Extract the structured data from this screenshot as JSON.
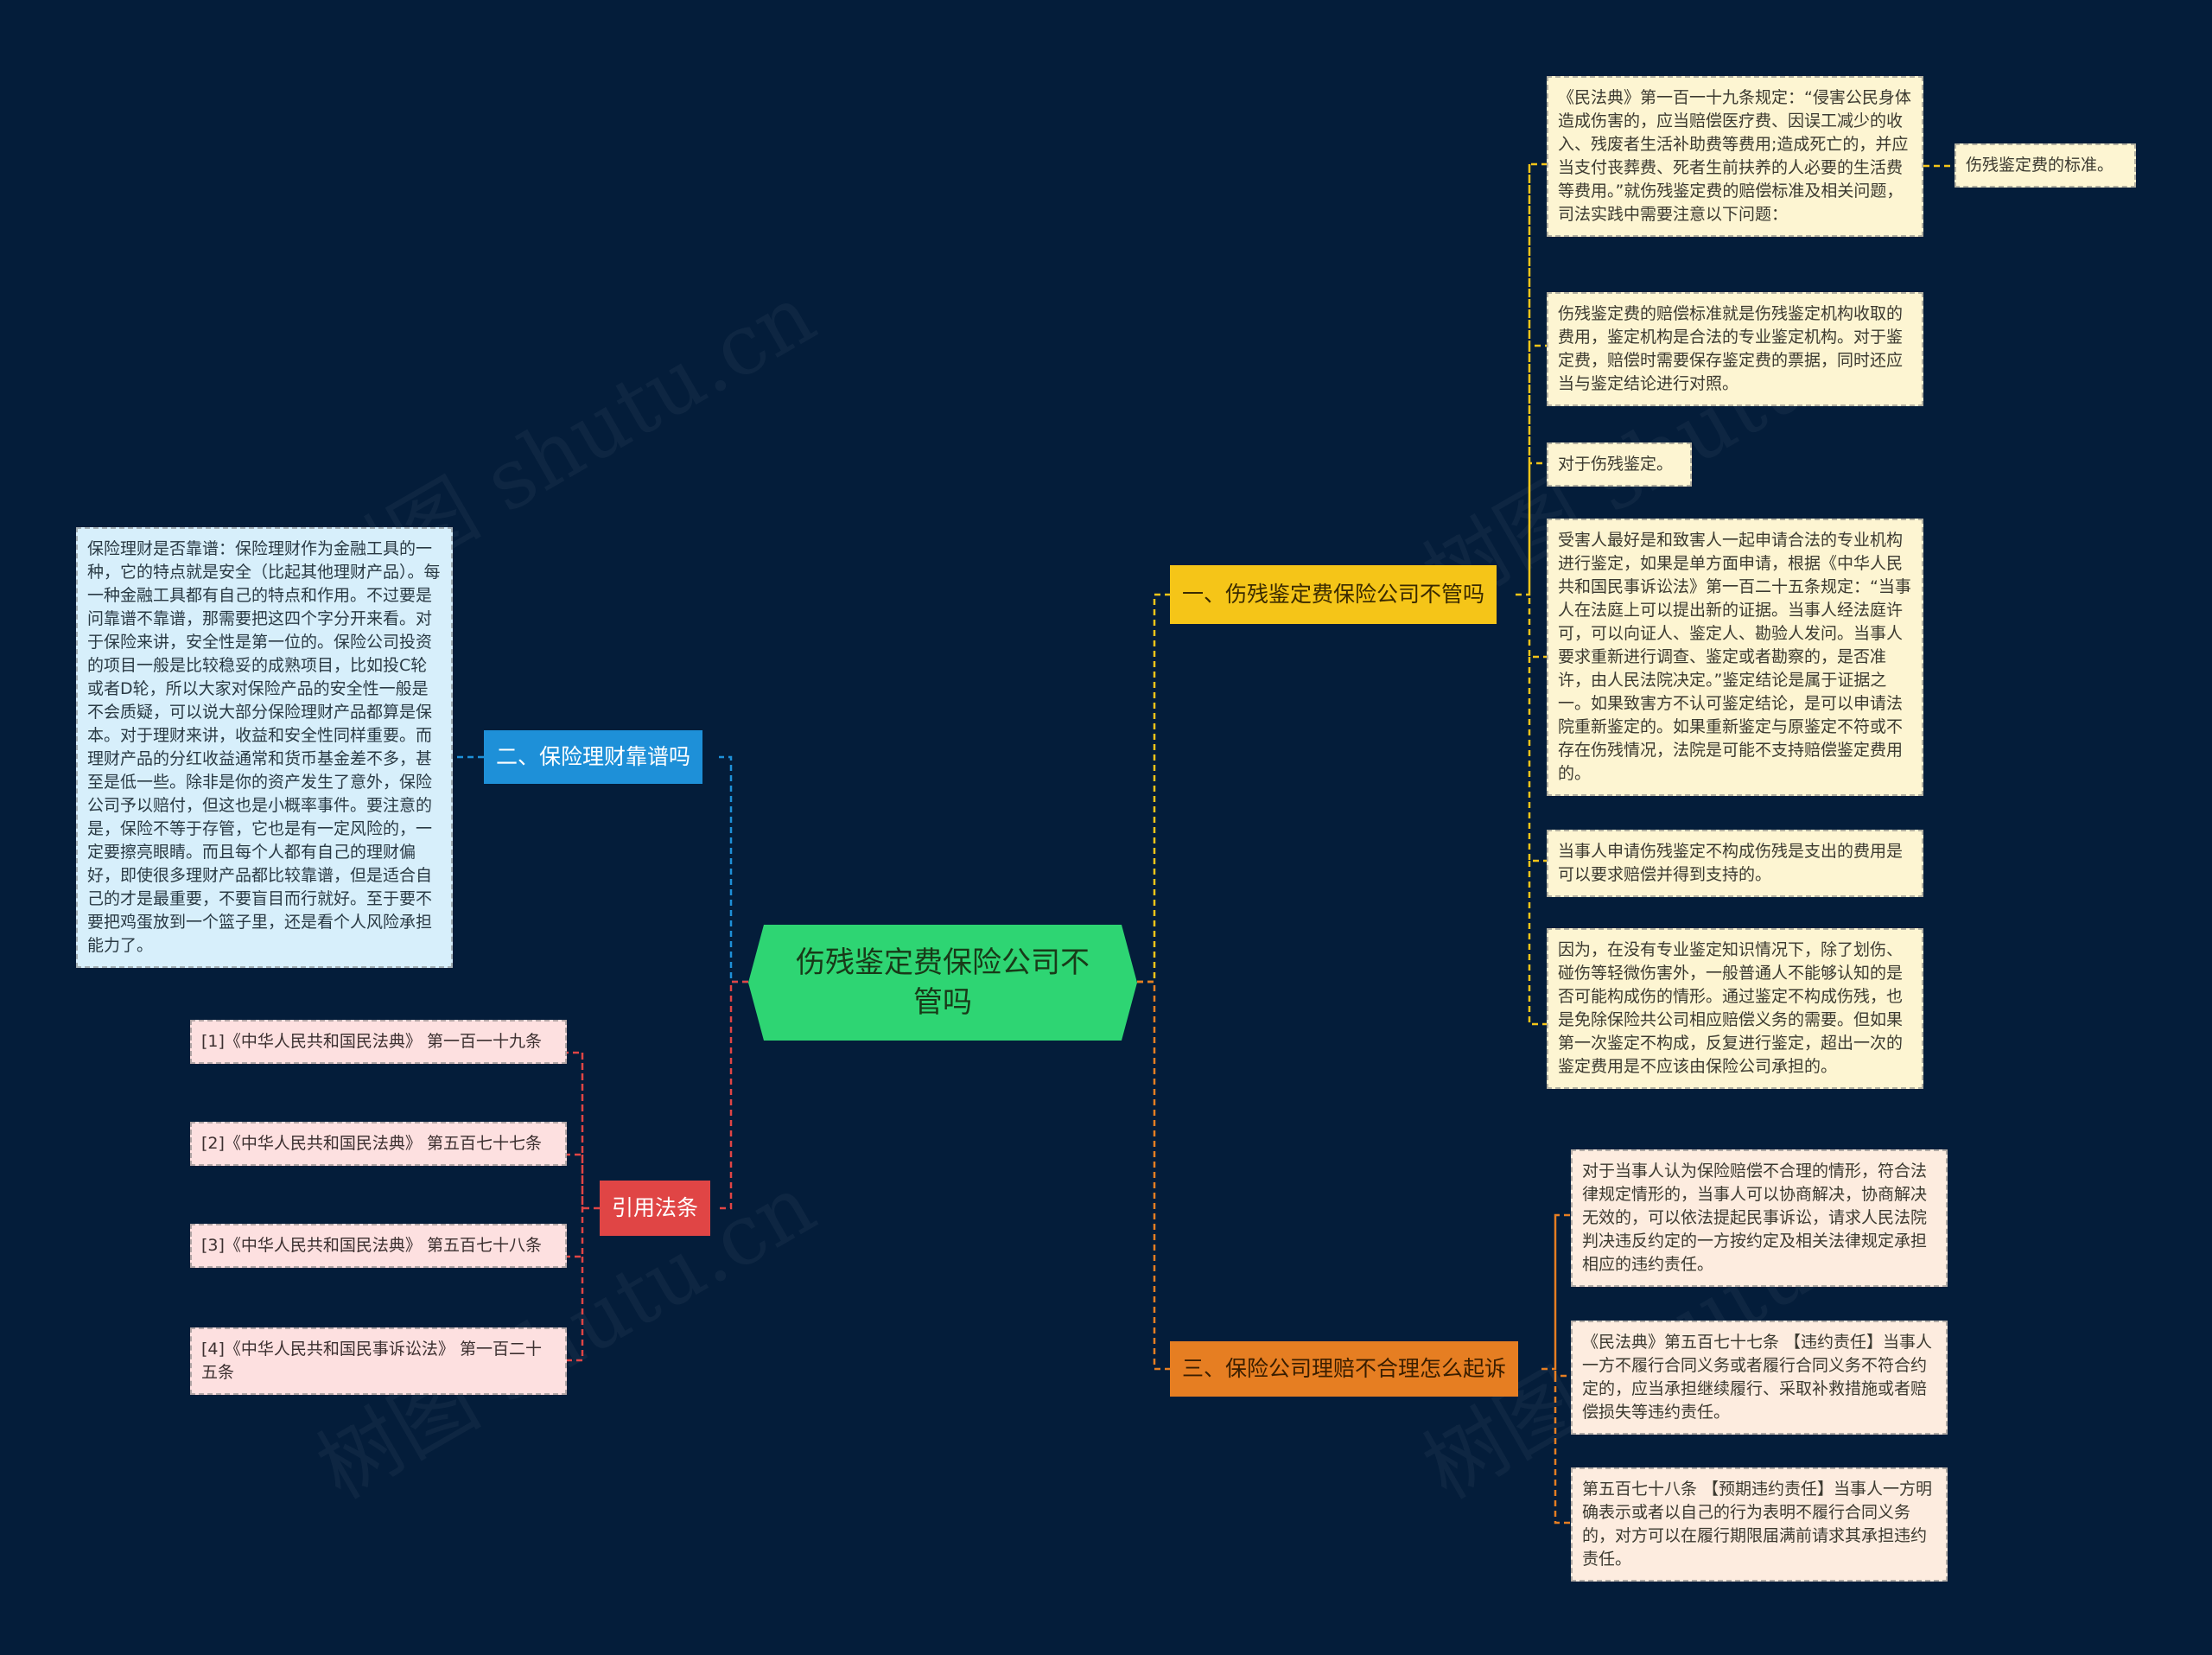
{
  "colors": {
    "background": "#041d3a",
    "center": "#2ed573",
    "branch_yellow": "#f5c518",
    "branch_blue": "#1e90d8",
    "branch_orange": "#e67e22",
    "branch_red": "#e04545",
    "link_yellow": "#f5c518",
    "link_blue": "#1e90d8",
    "link_orange": "#e67e22",
    "link_red": "#e04545"
  },
  "watermark": "树图 shutu.cn",
  "center": {
    "label": "伤残鉴定费保险公司不管吗"
  },
  "branches": {
    "b1": {
      "label": "一、伤残鉴定费保险公司不管吗"
    },
    "b2": {
      "label": "二、保险理财靠谱吗"
    },
    "b3": {
      "label": "三、保险公司理赔不合理怎么起诉"
    },
    "b4": {
      "label": "引用法条"
    }
  },
  "leaves": {
    "b1_1": "《民法典》第一百一十九条规定：“侵害公民身体造成伤害的，应当赔偿医疗费、因误工减少的收入、残废者生活补助费等费用;造成死亡的，并应当支付丧葬费、死者生前扶养的人必要的生活费等费用。”就伤残鉴定费的赔偿标准及相关问题，司法实践中需要注意以下问题：",
    "b1_1_1": "伤残鉴定费的标准。",
    "b1_2": "伤残鉴定费的赔偿标准就是伤残鉴定机构收取的费用，鉴定机构是合法的专业鉴定机构。对于鉴定费，赔偿时需要保存鉴定费的票据，同时还应当与鉴定结论进行对照。",
    "b1_3": "对于伤残鉴定。",
    "b1_4": "受害人最好是和致害人一起申请合法的专业机构进行鉴定，如果是单方面申请，根据《中华人民共和国民事诉讼法》第一百二十五条规定：“当事人在法庭上可以提出新的证据。当事人经法庭许可，可以向证人、鉴定人、勘验人发问。当事人要求重新进行调查、鉴定或者勘察的，是否准许，由人民法院决定。”鉴定结论是属于证据之一。如果致害方不认可鉴定结论，是可以申请法院重新鉴定的。如果重新鉴定与原鉴定不符或不存在伤残情况，法院是可能不支持赔偿鉴定费用的。",
    "b1_5": "当事人申请伤残鉴定不构成伤残是支出的费用是可以要求赔偿并得到支持的。",
    "b1_6": "因为，在没有专业鉴定知识情况下，除了划伤、碰伤等轻微伤害外，一般普通人不能够认知的是否可能构成伤的情形。通过鉴定不构成伤残，也是免除保险共公司相应赔偿义务的需要。但如果第一次鉴定不构成，反复进行鉴定，超出一次的鉴定费用是不应该由保险公司承担的。",
    "b2_1": "保险理财是否靠谱：保险理财作为金融工具的一种，它的特点就是安全（比起其他理财产品）。每一种金融工具都有自己的特点和作用。不过要是问靠谱不靠谱，那需要把这四个字分开来看。对于保险来讲，安全性是第一位的。保险公司投资的项目一般是比较稳妥的成熟项目，比如投C轮或者D轮，所以大家对保险产品的安全性一般是不会质疑，可以说大部分保险理财产品都算是保本。对于理财来讲，收益和安全性同样重要。而理财产品的分红收益通常和货币基金差不多，甚至是低一些。除非是你的资产发生了意外，保险公司予以赔付，但这也是小概率事件。要注意的是，保险不等于存管，它也是有一定风险的，一定要擦亮眼睛。而且每个人都有自己的理财偏好，即使很多理财产品都比较靠谱，但是适合自己的才是最重要，不要盲目而行就好。至于要不要把鸡蛋放到一个篮子里，还是看个人风险承担能力了。",
    "b3_1": "对于当事人认为保险赔偿不合理的情形，符合法律规定情形的，当事人可以协商解决，协商解决无效的，可以依法提起民事诉讼，请求人民法院判决违反约定的一方按约定及相关法律规定承担相应的违约责任。",
    "b3_2": "《民法典》第五百七十七条 【违约责任】当事人一方不履行合同义务或者履行合同义务不符合约定的，应当承担继续履行、采取补救措施或者赔偿损失等违约责任。",
    "b3_3": "第五百七十八条 【预期违约责任】当事人一方明确表示或者以自己的行为表明不履行合同义务的，对方可以在履行期限届满前请求其承担违约责任。",
    "b4_1": "[1]《中华人民共和国民法典》 第一百一十九条",
    "b4_2": "[2]《中华人民共和国民法典》 第五百七十七条",
    "b4_3": "[3]《中华人民共和国民法典》 第五百七十八条",
    "b4_4": "[4]《中华人民共和国民事诉讼法》 第一百二十五条"
  }
}
